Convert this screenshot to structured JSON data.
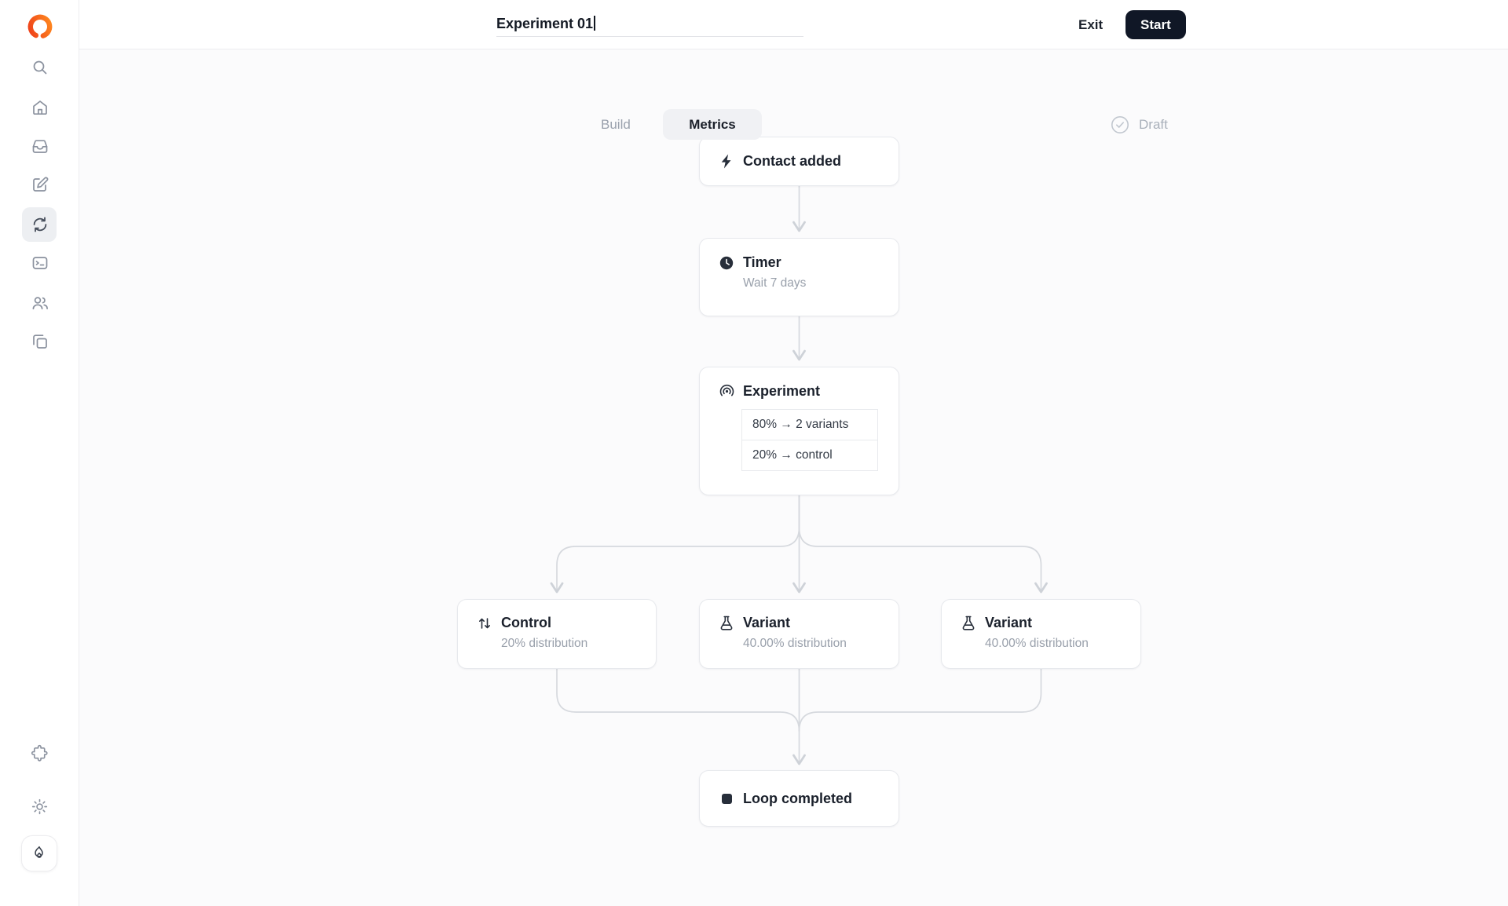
{
  "header": {
    "title": "Experiment 01",
    "exit": "Exit",
    "start": "Start"
  },
  "tabs": {
    "build": "Build",
    "metrics": "Metrics"
  },
  "status": {
    "label": "Draft"
  },
  "sidebar": {
    "icons": [
      "logo",
      "search",
      "home",
      "inbox",
      "compose",
      "loops",
      "terminal",
      "audience",
      "templates",
      "puzzle",
      "sun",
      "flame"
    ]
  },
  "flow": {
    "contact": {
      "title": "Contact added"
    },
    "timer": {
      "title": "Timer",
      "subtitle": "Wait 7 days"
    },
    "experiment": {
      "title": "Experiment",
      "row1": "80% → 2 variants",
      "row2": "20% → control"
    },
    "control": {
      "title": "Control",
      "subtitle": "20% distribution"
    },
    "variant_left": {
      "title": "Variant",
      "subtitle": "40.00% distribution"
    },
    "variant_right": {
      "title": "Variant",
      "subtitle": "40.00% distribution"
    },
    "end": {
      "title": "Loop completed"
    }
  },
  "colors": {
    "brand_orange": "#f2501c",
    "start_button": "#101726",
    "connector": "#d6d9de",
    "node_border": "#e7e9ed",
    "active_item_bg": "#edeff2"
  }
}
